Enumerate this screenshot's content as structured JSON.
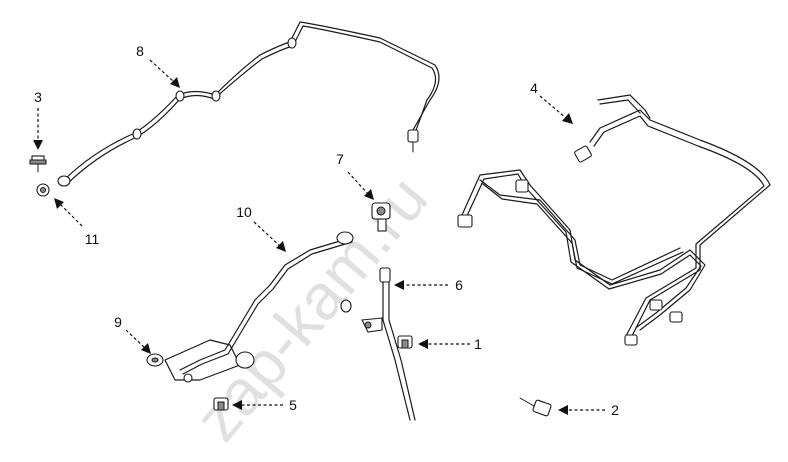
{
  "watermark": {
    "text": "zap-kam.ru"
  },
  "callouts": {
    "c1": "1",
    "c2": "2",
    "c3": "3",
    "c4": "4",
    "c5": "5",
    "c6": "6",
    "c7": "7",
    "c8": "8",
    "c9": "9",
    "c10": "10",
    "c11": "11"
  }
}
